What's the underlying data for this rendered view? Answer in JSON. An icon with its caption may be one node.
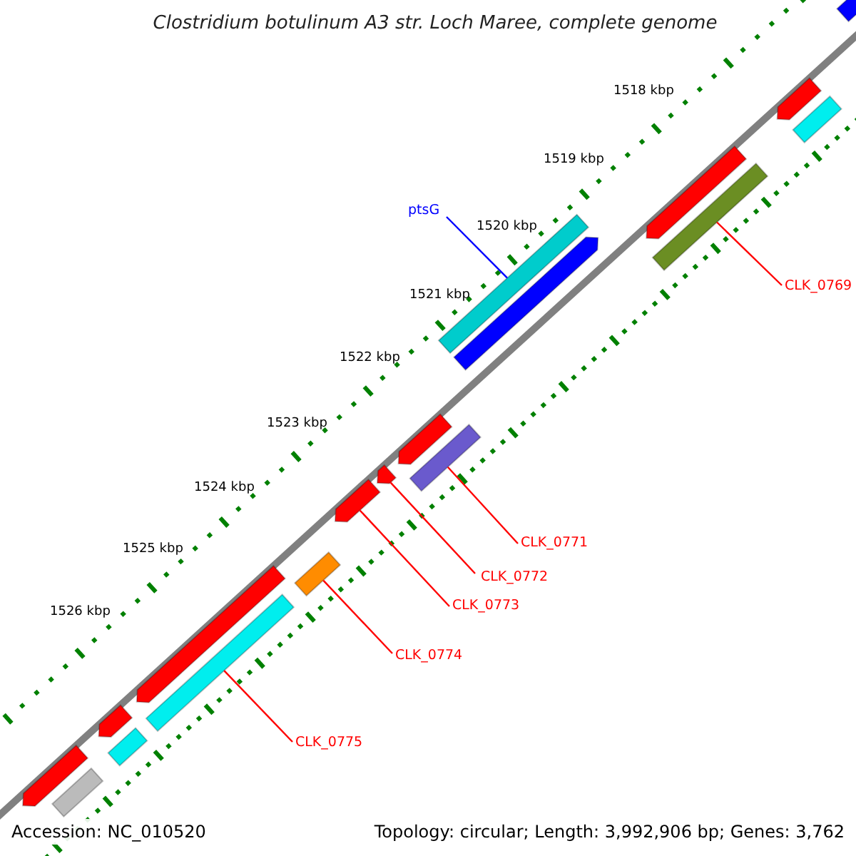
{
  "diagram": {
    "title": "Clostridium botulinum A3 str. Loch Maree, complete genome",
    "nodes": [
      {
        "text": [
          "ptsG"
        ]
      },
      {
        "text": [],
        "shape": "bar"
      },
      {
        "text": [
          "CLK_0769"
        ]
      },
      {
        "text": [],
        "shape": "bar"
      },
      {
        "text": [
          "CLK_0771"
        ]
      },
      {
        "text": [],
        "shape": "bar"
      },
      {
        "text": [
          "CLK_0772"
        ]
      },
      {
        "text": [],
        "shape": "arrow"
      },
      {
        "text": [
          "CLK_0773"
        ]
      },
      {
        "text": [],
        "shape": "arrow"
      },
      {
        "text": [
          "CLK_0774"
        ]
      },
      {
        "text": [],
        "shape": "bar"
      },
      {
        "text": [
          "CLK_0775"
        ]
      },
      {
        "text": [],
        "shape": "bar"
      },
      {
        "text": [],
        "shape": "arrow"
      },
      {
        "text": [],
        "shape": "arrow"
      },
      {
        "text": [],
        "shape": "arrow"
      },
      {
        "text": [],
        "shape": "bar"
      },
      {
        "text": [],
        "shape": "arrow"
      },
      {
        "text": [],
        "shape": "arrow"
      },
      {
        "text": [],
        "shape": "arrow"
      },
      {
        "text": [],
        "shape": "arrow"
      },
      {
        "text": [],
        "shape": "bar"
      },
      {
        "text": [],
        "shape": "arrow"
      },
      {
        "text": [],
        "shape": "bar"
      }
    ],
    "edges": [
      {
        "from": 0,
        "to": 1,
        "arrow": "none",
        "color": "#0000ff"
      },
      {
        "from": 2,
        "to": 3,
        "arrow": "none"
      },
      {
        "from": 4,
        "to": 5,
        "arrow": "none"
      },
      {
        "from": 6,
        "to": 7,
        "arrow": "none"
      },
      {
        "from": 8,
        "to": 9,
        "arrow": "none"
      },
      {
        "from": 10,
        "to": 11,
        "arrow": "none"
      },
      {
        "from": 12,
        "to": 13,
        "arrow": "none"
      }
    ],
    "labels": [
      "1518 kbp",
      "1519 kbp",
      "1520 kbp",
      "1521 kbp",
      "1522 kbp",
      "1523 kbp",
      "1524 kbp",
      "1525 kbp",
      "1526 kbp",
      "Accession: NC_010520",
      "Topology: circular; Length: 3,992,906 bp; Genes: 3,762"
    ]
  }
}
